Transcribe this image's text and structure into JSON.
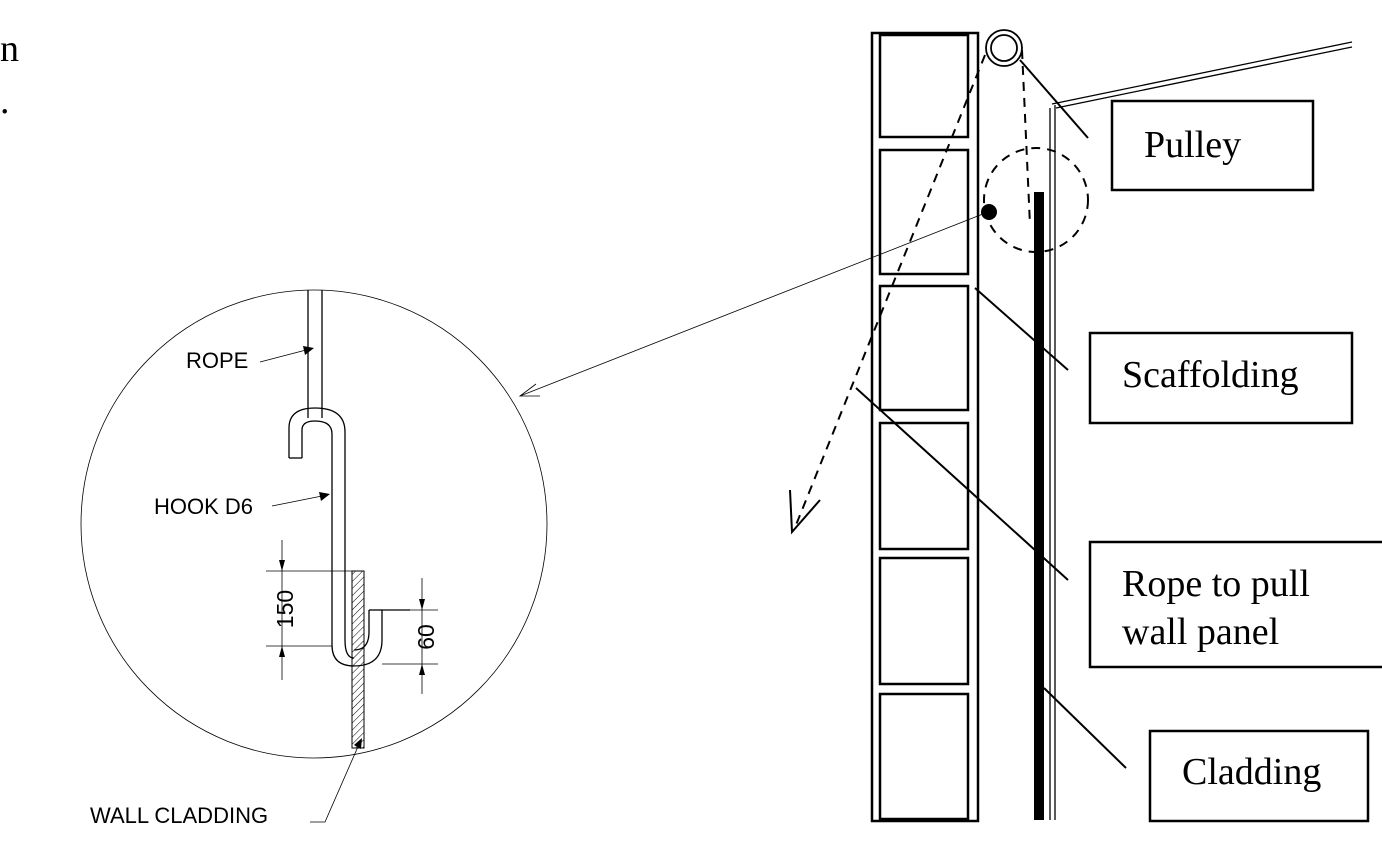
{
  "detail": {
    "rope_label": "ROPE",
    "hook_label": "HOOK D6",
    "wall_cladding_label": "WALL CLADDING",
    "dim_150": "150",
    "dim_60": "60"
  },
  "callouts": {
    "pulley": "Pulley",
    "scaffolding": "Scaffolding",
    "rope_line1": "Rope to pull",
    "rope_line2": "wall panel",
    "cladding": "Cladding"
  },
  "edge_fragments": {
    "top": "n",
    "second": "."
  }
}
